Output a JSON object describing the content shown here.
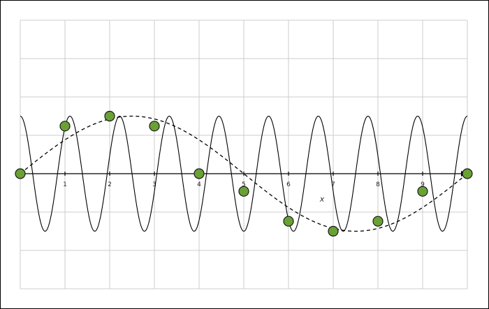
{
  "chart_data": {
    "type": "line",
    "title": "",
    "xlabel": "x",
    "ylabel": "",
    "xlim": [
      0,
      10
    ],
    "ylim": [
      -1.5,
      2.0
    ],
    "x_ticks": [
      "1",
      "2",
      "3",
      "4",
      "5",
      "6",
      "7",
      "8",
      "9"
    ],
    "grid": true,
    "series": [
      {
        "style": "solid",
        "color": "#000000",
        "function": "sin(2*pi*0.9*x + pi/2)",
        "amplitude": 0.75
      },
      {
        "style": "dashed",
        "color": "#000000",
        "function": "sin(2*pi*0.1*x)",
        "amplitude": 0.75
      },
      {
        "style": "markers",
        "color": "#6aa135",
        "x": [
          0,
          1,
          2,
          3,
          4,
          5,
          6,
          7,
          8,
          9,
          10
        ],
        "values": [
          0.0,
          0.62,
          0.75,
          0.62,
          0.0,
          -0.23,
          -0.62,
          -0.75,
          -0.62,
          -0.23,
          0.0
        ]
      }
    ]
  }
}
